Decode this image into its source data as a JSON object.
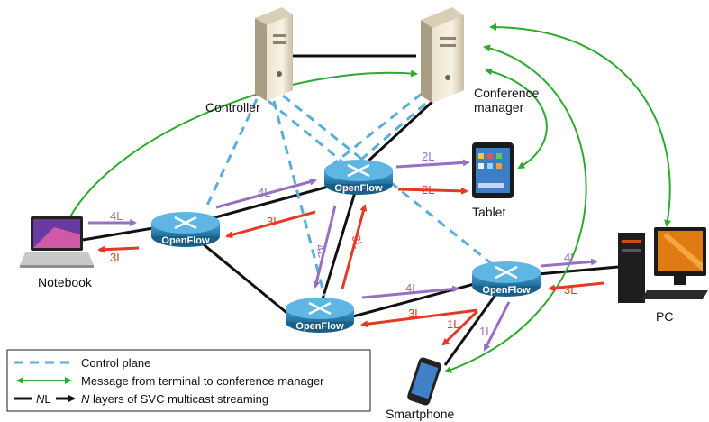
{
  "nodes": {
    "controller": "Controller",
    "conference_manager_line1": "Conference",
    "conference_manager_line2": "manager",
    "tablet": "Tablet",
    "notebook": "Notebook",
    "pc": "PC",
    "smartphone": "Smartphone",
    "switch_label": "OpenFlow"
  },
  "arrow_labels": {
    "notebook_in": "4L",
    "notebook_out": "3L",
    "left_to_top": "4L",
    "top_to_left": "3L",
    "top_to_tablet_purple": "2L",
    "top_to_tablet_red": "2L",
    "top_to_bottom": "4L",
    "bottom_to_top": "3L",
    "bottom_to_right": "4L",
    "right_to_bottom": "3L",
    "right_to_pc": "4L",
    "pc_to_right": "3L",
    "right_to_phone_red": "1L",
    "right_to_phone_purple": "1L"
  },
  "legend": {
    "control_plane": "Control plane",
    "message": "Message from terminal to conference manager",
    "nl_n": "N",
    "nl_l": "L",
    "streaming_n": "N",
    "streaming_rest": " layers of SVC multicast streaming"
  },
  "colors": {
    "control": "#5aaed8",
    "message": "#2eaa2e",
    "purple": "#9a6fc2",
    "red": "#e23a25",
    "link": "#111111",
    "switch": "#2a86b8"
  }
}
